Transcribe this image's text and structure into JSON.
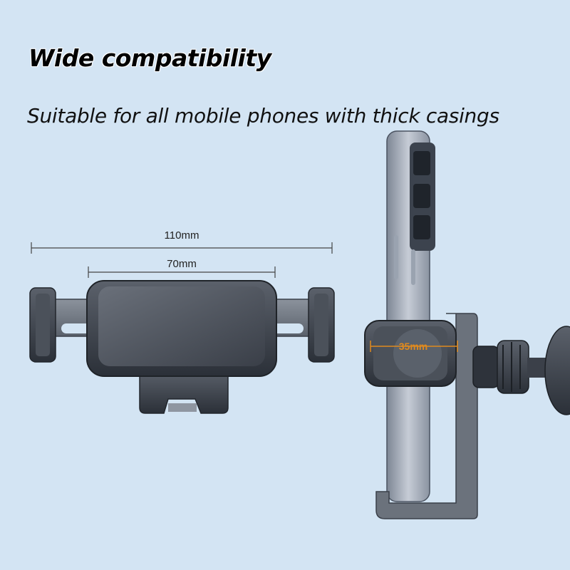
{
  "headline": "Wide compatibility",
  "subline": "Suitable for all mobile phones with thick casings",
  "dimensions": {
    "outer_width": "110mm",
    "inner_width": "70mm",
    "thickness": "35mm"
  },
  "colors": {
    "background": "#d3e4f3",
    "holder_dark": "#3a3f48",
    "accent_orange": "#e08a1e"
  }
}
